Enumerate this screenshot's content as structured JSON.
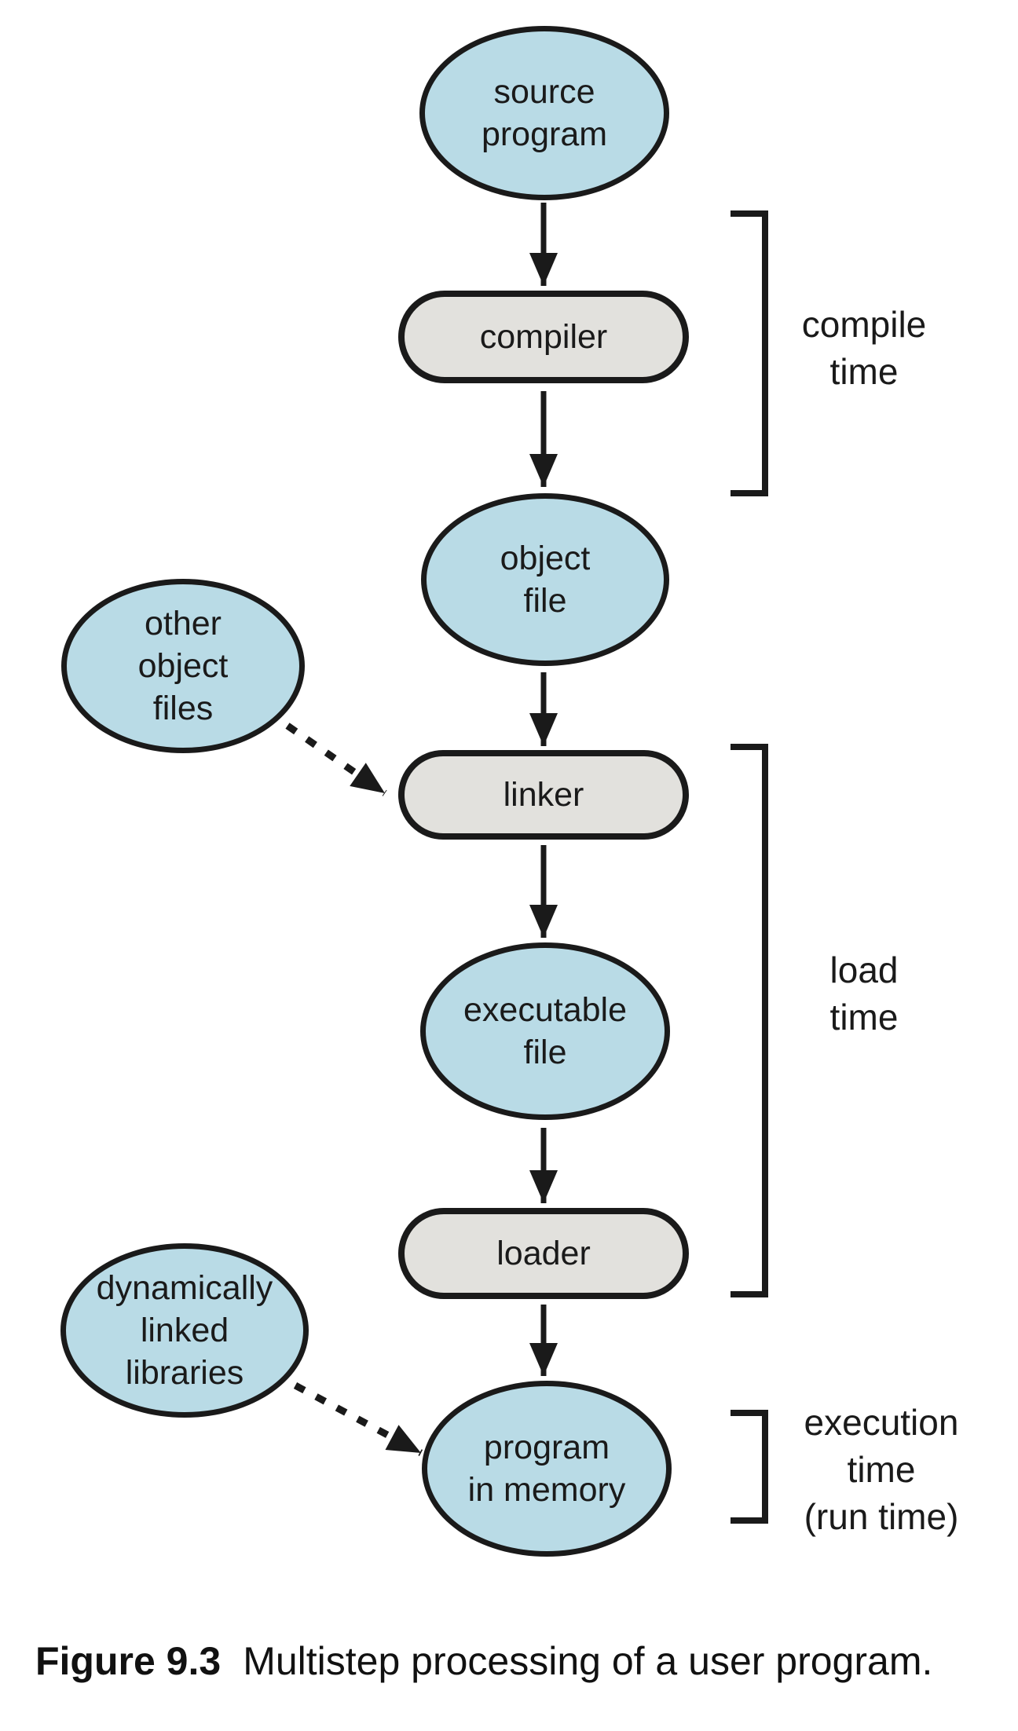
{
  "diagram_title": "Multistep processing of a user program",
  "nodes": {
    "source_program": {
      "label": "source\nprogram",
      "kind": "data"
    },
    "compiler": {
      "label": "compiler",
      "kind": "process"
    },
    "object_file": {
      "label": "object\nfile",
      "kind": "data"
    },
    "other_object_files": {
      "label": "other\nobject\nfiles",
      "kind": "data"
    },
    "linker": {
      "label": "linker",
      "kind": "process"
    },
    "executable_file": {
      "label": "executable\nfile",
      "kind": "data"
    },
    "loader": {
      "label": "loader",
      "kind": "process"
    },
    "dynamically_linked_libraries": {
      "label": "dynamically\nlinked\nlibraries",
      "kind": "data"
    },
    "program_in_memory": {
      "label": "program\nin memory",
      "kind": "data"
    }
  },
  "edges": [
    {
      "from": "source_program",
      "to": "compiler",
      "style": "solid"
    },
    {
      "from": "compiler",
      "to": "object_file",
      "style": "solid"
    },
    {
      "from": "object_file",
      "to": "linker",
      "style": "solid"
    },
    {
      "from": "other_object_files",
      "to": "linker",
      "style": "dashed"
    },
    {
      "from": "linker",
      "to": "executable_file",
      "style": "solid"
    },
    {
      "from": "executable_file",
      "to": "loader",
      "style": "solid"
    },
    {
      "from": "loader",
      "to": "program_in_memory",
      "style": "solid"
    },
    {
      "from": "dynamically_linked_libraries",
      "to": "program_in_memory",
      "style": "dashed"
    }
  ],
  "phases": {
    "compile_time": {
      "label": "compile\ntime",
      "covers": [
        "compiler"
      ]
    },
    "load_time": {
      "label": "load\ntime",
      "covers": [
        "linker",
        "executable_file",
        "loader"
      ]
    },
    "execution_time": {
      "label": "execution\ntime\n(run time)",
      "covers": [
        "program_in_memory"
      ]
    }
  },
  "caption": {
    "figure_label": "Figure 9.3",
    "text": "Multistep processing of a user program."
  },
  "colors": {
    "data_node_fill": "#b9dbe6",
    "process_node_fill": "#e2e1dd",
    "stroke": "#1a1a1a",
    "background": "#ffffff"
  }
}
